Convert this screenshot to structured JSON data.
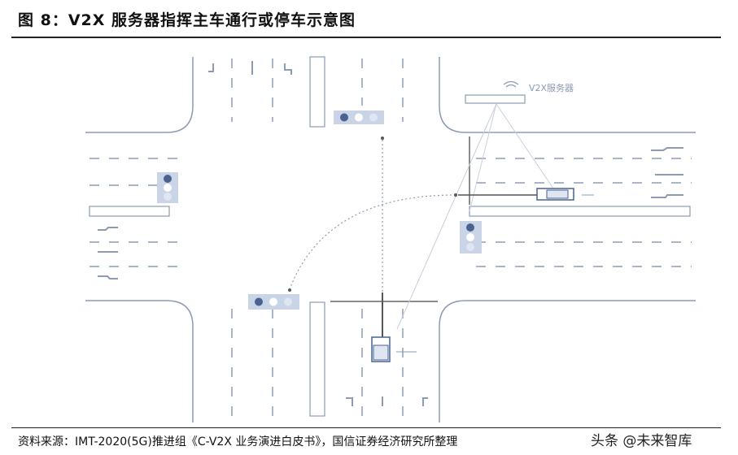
{
  "figure": {
    "title": "图 8：V2X 服务器指挥主车通行或停车示意图",
    "source": "资料来源：IMT-2020(5G)推进组《C-V2X 业务演进白皮书》，国信证券经济研究所整理",
    "watermark": "头条 @未来智库"
  },
  "diagram": {
    "server_label": "V2X服务器",
    "colors": {
      "road_line": "#8b9bb5",
      "light_box": "#c9d4e6",
      "light_dark": "#4a6290",
      "guide_line": "#c7cfdc"
    }
  }
}
